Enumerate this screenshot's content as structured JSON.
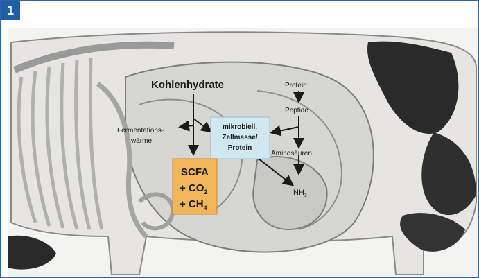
{
  "figure": {
    "number": "1"
  },
  "labels": {
    "kohlenhydrate": "Kohlenhydrate",
    "protein": "Protein",
    "peptide": "Peptide",
    "fermentation_line1": "Fermentations-",
    "fermentation_line2": "wärme",
    "mikro_line1": "mikrobiell.",
    "mikro_line2": "Zellmasse/",
    "mikro_line3": "Protein",
    "aminosaeuren": "Aminosäuren",
    "nh3_main": "NH",
    "nh3_sub": "3",
    "scfa_line1": "SCFA",
    "scfa_line2_main": "+ CO",
    "scfa_line2_sub": "2",
    "scfa_line3_main": "+ CH",
    "scfa_line3_sub": "4"
  },
  "colors": {
    "accent_blue": "#1f5fa8",
    "mikro_box": "#cfe8f2",
    "scfa_box": "#f2b65a"
  }
}
